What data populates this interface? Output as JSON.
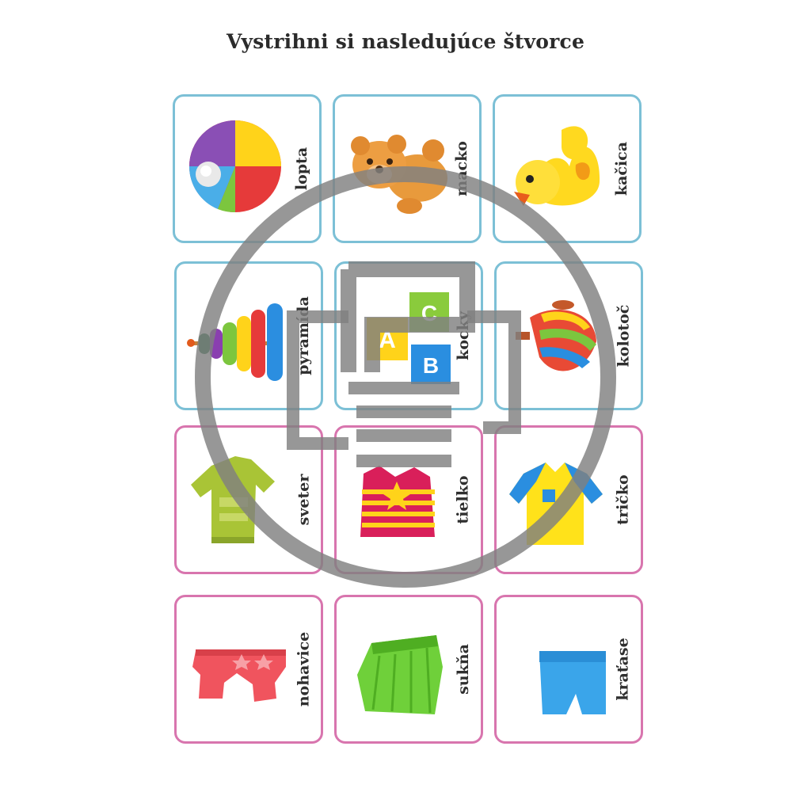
{
  "title": "Vystrihni si nasledujúce štvorce",
  "cards": [
    {
      "label": "lopta",
      "icon": "ball-icon"
    },
    {
      "label": "macko",
      "icon": "teddy-bear-icon"
    },
    {
      "label": "kačica",
      "icon": "duck-icon"
    },
    {
      "label": "pyramída",
      "icon": "ring-pyramid-icon"
    },
    {
      "label": "kocky",
      "icon": "abc-blocks-icon"
    },
    {
      "label": "kolotoč",
      "icon": "spinning-top-icon"
    },
    {
      "label": "sveter",
      "icon": "sweater-icon"
    },
    {
      "label": "tielko",
      "icon": "tank-top-icon"
    },
    {
      "label": "tričko",
      "icon": "t-shirt-icon"
    },
    {
      "label": "nohavice",
      "icon": "trousers-icon"
    },
    {
      "label": "sukňa",
      "icon": "skirt-icon"
    },
    {
      "label": "kraťase",
      "icon": "shorts-icon"
    }
  ],
  "colors": {
    "toy_border": "#7cc0d6",
    "clothing_border": "#d875ae",
    "watermark": "#808080"
  }
}
